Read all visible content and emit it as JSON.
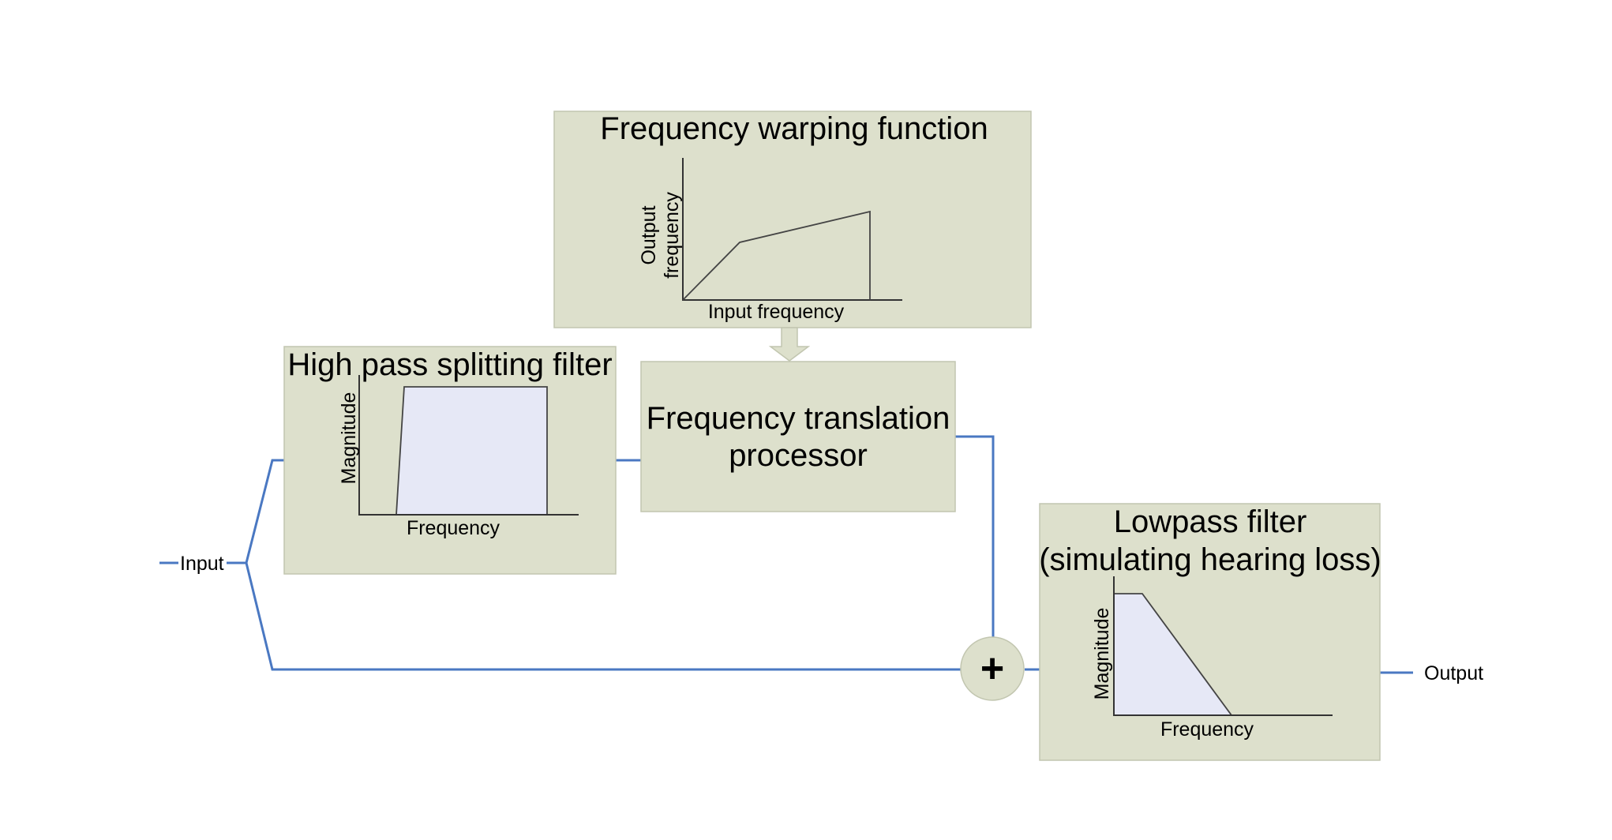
{
  "input_label": "Input",
  "output_label": "Output",
  "warping_box": {
    "title": "Frequency warping function",
    "x_label": "Input frequency",
    "y_label_line1": "Output",
    "y_label_line2": "frequency"
  },
  "highpass_box": {
    "title": "High pass splitting filter",
    "x_label": "Frequency",
    "y_label": "Magnitude"
  },
  "translation_box": {
    "title_line1": "Frequency translation",
    "title_line2": "processor"
  },
  "lowpass_box": {
    "title_line1": "Lowpass filter",
    "title_line2": "(simulating hearing loss)",
    "x_label": "Frequency",
    "y_label": "Magnitude"
  },
  "sum_symbol": "+",
  "colors": {
    "box_fill": "#dde0cc",
    "wire": "#4a78c2",
    "plot_fill": "#e6e8f6",
    "sum_node_fill": "#dde0cc"
  }
}
